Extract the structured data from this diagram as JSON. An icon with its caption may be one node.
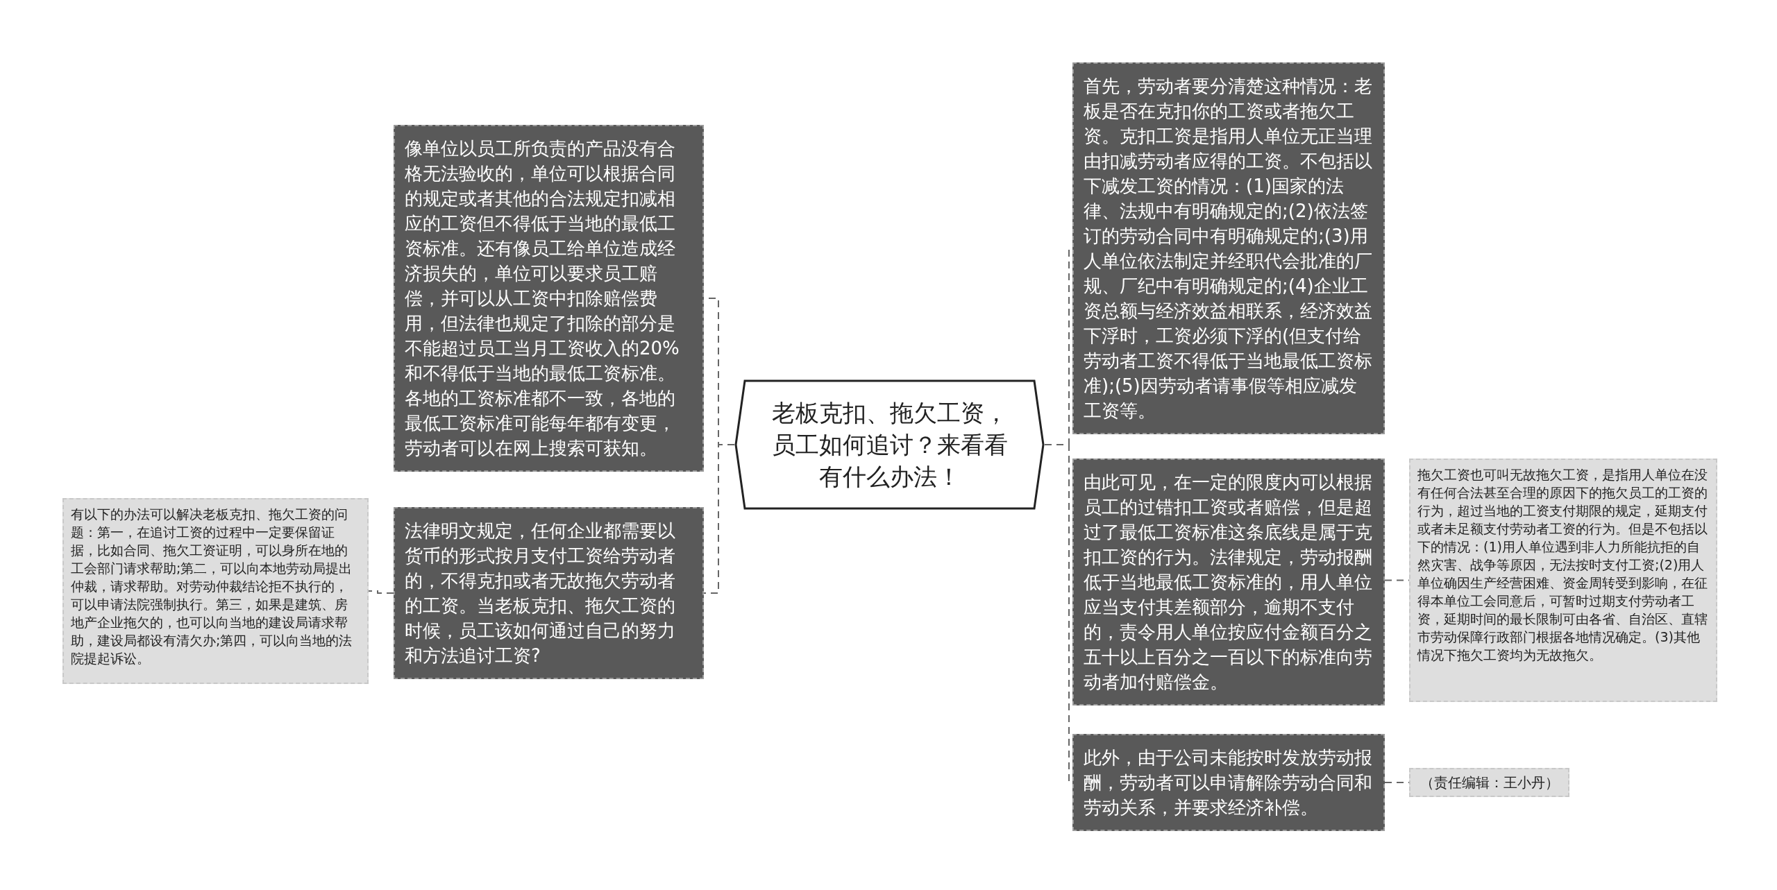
{
  "diagram": {
    "nodes": [
      {
        "text": [
          "老板克扣、拖欠工资，员工如何追讨？来看看有什么办法！"
        ]
      },
      {
        "text": [
          "像单位以员工所负责的产品没有合格无法验收的，单位可以根据合同的规定或者其他的合法规定扣减相应的工资但不得低于当地的最低工资标准。还有像员工给单位造成经济损失的，单位可以要求员工赔偿，并可以从工资中扣除赔偿费用，但法律也规定了扣除的部分是不能超过员工当月工资收入的20%和不得低于当地的最低工资标准。各地的工资标准都不一致，各地的最低工资标准可能每年都有变更，劳动者可以在网上搜索可获知。"
        ]
      },
      {
        "text": [
          "法律明文规定，任何企业都需要以货币的形式按月支付工资给劳动者的，不得克扣或者无故拖欠劳动者的工资。当老板克扣、拖欠工资的时候，员工该如何通过自己的努力和方法追讨工资?"
        ]
      },
      {
        "text": [
          "有以下的办法可以解决老板克扣、拖欠工资的问题：第一，在追讨工资的过程中一定要保留证据，比如合同、拖欠工资证明，可以身所在地的工会部门请求帮助;第二，可以向本地劳动局提出仲裁，请求帮助。对劳动仲裁结论拒不执行的，可以申请法院强制执行。第三，如果是建筑、房地产企业拖欠的，也可以向当地的建设局请求帮助，建设局都设有清欠办;第四，可以向当地的法院提起诉讼。"
        ]
      },
      {
        "text": [
          "首先，劳动者要分清楚这种情况：老板是否在克扣你的工资或者拖欠工资。克扣工资是指用人单位无正当理由扣减劳动者应得的工资。不包括以下减发工资的情况：(1)国家的法律、法规中有明确规定的;(2)依法签订的劳动合同中有明确规定的;(3)用人单位依法制定并经职代会批准的厂规、厂纪中有明确规定的;(4)企业工资总额与经济效益相联系，经济效益下浮时，工资必须下浮的(但支付给劳动者工资不得低于当地最低工资标准);(5)因劳动者请事假等相应减发工资等。"
        ]
      },
      {
        "text": [
          "由此可见，在一定的限度内可以根据员工的过错扣工资或者赔偿，但是超过了最低工资标准这条底线是属于克扣工资的行为。法律规定，劳动报酬低于当地最低工资标准的，用人单位应当支付其差额部分，逾期不支付的，责令用人单位按应付金额百分之五十以上百分之一百以下的标准向劳动者加付赔偿金。"
        ]
      },
      {
        "text": [
          "拖欠工资也可叫无故拖欠工资，是指用人单位在没有任何合法甚至合理的原因下的拖欠员工的工资的行为，超过当地的工资支付期限的规定，延期支付或者未足额支付劳动者工资的行为。但是不包括以下的情况：(1)用人单位遇到非人力所能抗拒的自然灾害、战争等原因，无法按时支付工资;(2)用人单位确因生产经营困难、资金周转受到影响，在征得本单位工会同意后，可暂时过期支付劳动者工资，延期时间的最长限制可由各省、自治区、直辖市劳动保障行政部门根据各地情况确定。(3)其他情况下拖欠工资均为无故拖欠。"
        ]
      },
      {
        "text": [
          "此外，由于公司未能按时发放劳动报酬，劳动者可以申请解除劳动合同和劳动关系，并要求经济补偿。"
        ]
      },
      {
        "text": [
          "（责任编辑：王小丹）"
        ]
      }
    ],
    "edges": [
      {
        "from": 0,
        "to": 1,
        "arrow": "none",
        "style": "dashed"
      },
      {
        "from": 0,
        "to": 2,
        "arrow": "none",
        "style": "dashed"
      },
      {
        "from": 2,
        "to": 3,
        "arrow": "none",
        "style": "dashed"
      },
      {
        "from": 0,
        "to": 4,
        "arrow": "none",
        "style": "dashed"
      },
      {
        "from": 0,
        "to": 5,
        "arrow": "none",
        "style": "dashed"
      },
      {
        "from": 5,
        "to": 6,
        "arrow": "none",
        "style": "dashed"
      },
      {
        "from": 0,
        "to": 7,
        "arrow": "none",
        "style": "dashed"
      },
      {
        "from": 7,
        "to": 8,
        "arrow": "none",
        "style": "dashed"
      }
    ]
  }
}
